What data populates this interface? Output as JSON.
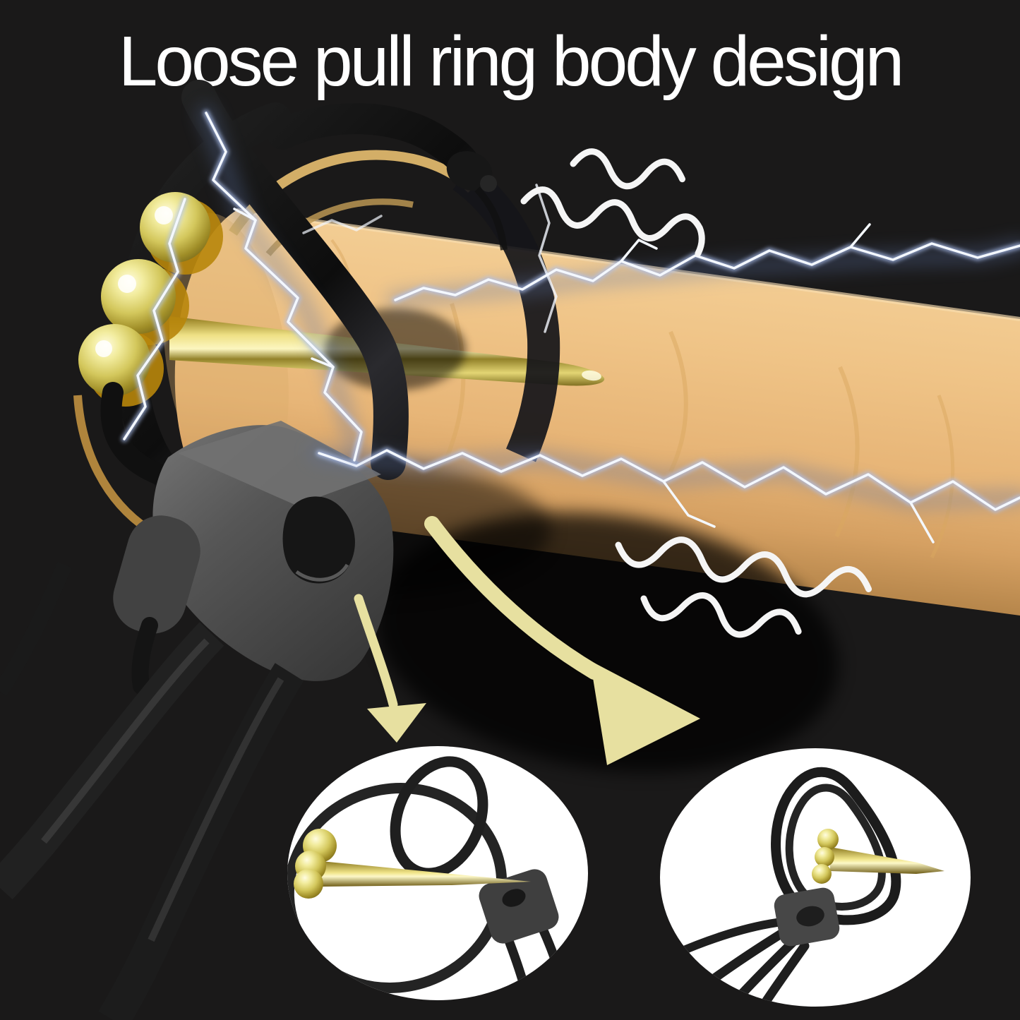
{
  "title": "Loose pull ring body design",
  "palette": {
    "background": "#1a1919",
    "title_text": "#ffffff",
    "body_skin": "#eec184",
    "metal_gold": "#d8c05e",
    "cord_black": "#141414",
    "adjuster_gray": "#505050",
    "electric_blue": "#aec2f2",
    "arrow_cream": "#e7e0a0",
    "inset_bg": "#ffffff"
  },
  "graphics": {
    "vibration_wave_lines_top": 2,
    "vibration_wave_lines_bottom": 2,
    "gold_beads_main": 3,
    "guide_arrows": 2,
    "inset_photos": 2
  }
}
